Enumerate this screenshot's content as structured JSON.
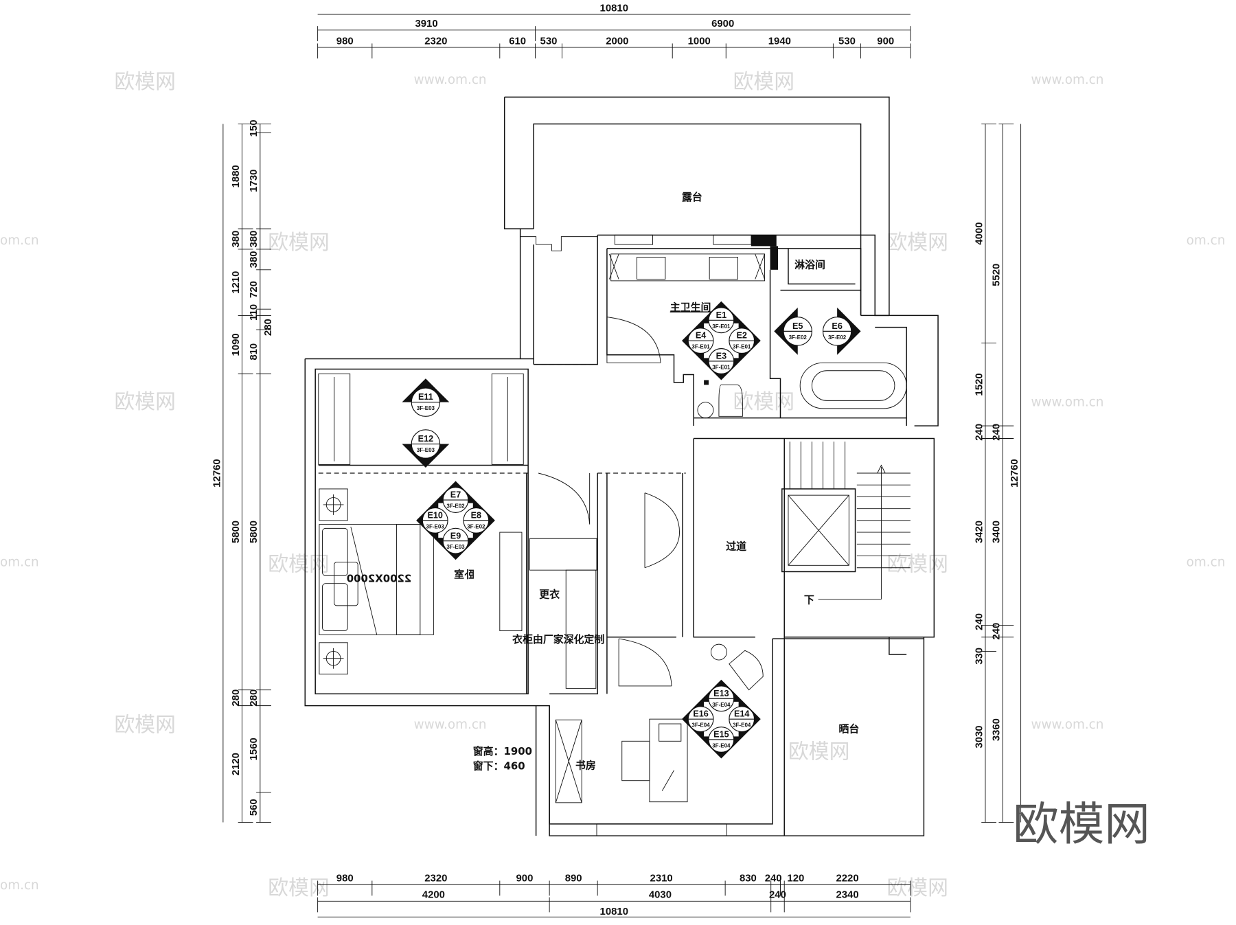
{
  "dimensions": {
    "top": {
      "total": "10810",
      "mid": [
        "3910",
        "6900"
      ],
      "detail": [
        "980",
        "2320",
        "610",
        "530",
        "2000",
        "1000",
        "1940",
        "530",
        "900"
      ]
    },
    "bottom": {
      "total": "10810",
      "mid": [
        "4200",
        "4030",
        "240",
        "2340"
      ],
      "detail": [
        "980",
        "2320",
        "900",
        "890",
        "2310",
        "830",
        "240",
        "120",
        "2220"
      ]
    },
    "left": {
      "total": "12760",
      "mid": [
        "1880",
        "380",
        "1210",
        "1090",
        "5800",
        "280",
        "2120"
      ],
      "detail": [
        "150",
        "1730",
        "380",
        "380",
        "720",
        "110",
        "280",
        "810",
        "5800",
        "280",
        "1560",
        "560"
      ]
    },
    "right": {
      "total": "12760",
      "mid": [
        "5520",
        "240",
        "3400",
        "240",
        "3360"
      ],
      "detail": [
        "4000",
        "1520",
        "240",
        "3420",
        "240",
        "330",
        "3030"
      ]
    }
  },
  "rooms": {
    "terrace": "露台",
    "shower": "淋浴间",
    "master_bath": "主卫生间",
    "bedroom": "卧室",
    "dressing": "更衣",
    "wardrobe_note": "衣柜由厂家深化定制",
    "corridor": "过道",
    "stair_down": "下",
    "study": "书房",
    "drying_balcony": "晒台",
    "bed_size": "2200X2000",
    "window_height": "窗高：1900",
    "window_sill": "窗下：460"
  },
  "elevation_markers": {
    "quad_bath": [
      {
        "id": "E1",
        "ref": "3F-E01"
      },
      {
        "id": "E2",
        "ref": "3F-E01"
      },
      {
        "id": "E3",
        "ref": "3F-E01"
      },
      {
        "id": "E4",
        "ref": "3F-E01"
      }
    ],
    "quad_bedroom": [
      {
        "id": "E7",
        "ref": "3F-E02"
      },
      {
        "id": "E8",
        "ref": "3F-E02"
      },
      {
        "id": "E9",
        "ref": "3F-E03"
      },
      {
        "id": "E10",
        "ref": "3F-E03"
      }
    ],
    "quad_study": [
      {
        "id": "E13",
        "ref": "3F-E04"
      },
      {
        "id": "E14",
        "ref": "3F-E04"
      },
      {
        "id": "E15",
        "ref": "3F-E04"
      },
      {
        "id": "E16",
        "ref": "3F-E04"
      }
    ],
    "single": [
      {
        "id": "E5",
        "ref": "3F-E02"
      },
      {
        "id": "E6",
        "ref": "3F-E02"
      },
      {
        "id": "E11",
        "ref": "3F-E03"
      },
      {
        "id": "E12",
        "ref": "3F-E03"
      }
    ]
  },
  "watermark": {
    "logo": "欧模网",
    "url": "www.om.cn",
    "url_partial": "om.cn"
  }
}
